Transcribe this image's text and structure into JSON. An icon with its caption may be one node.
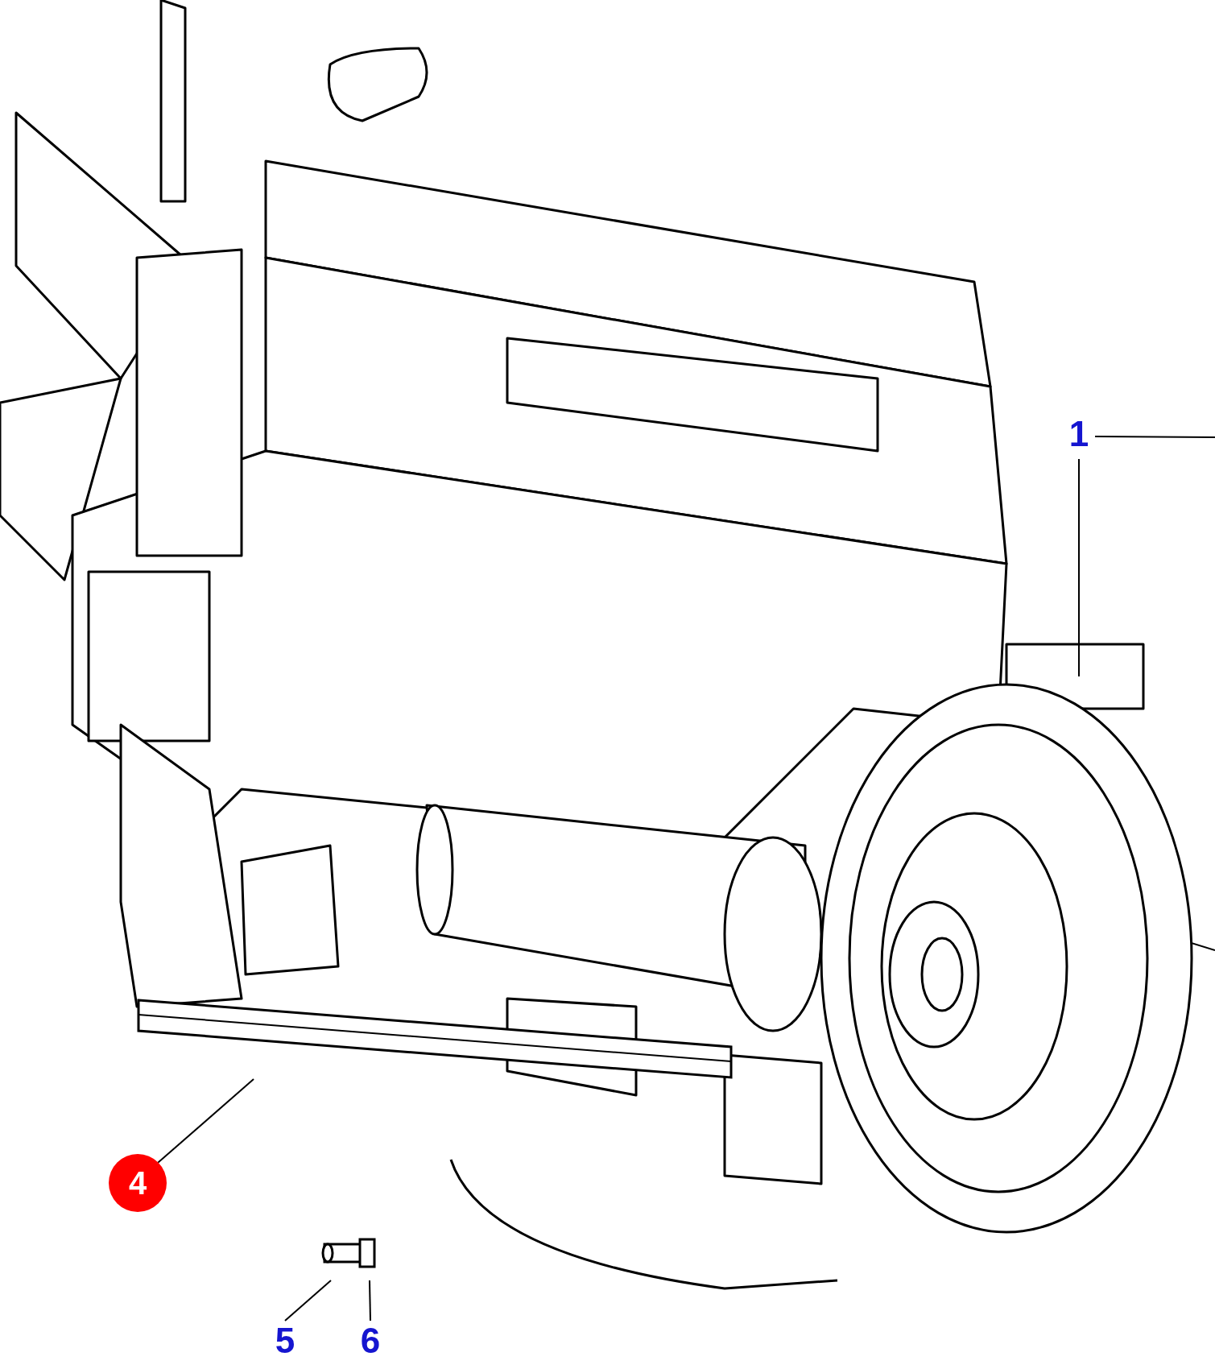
{
  "diagram": {
    "nodes": [
      {
        "text": [
          "1"
        ]
      },
      {
        "text": [],
        "shape": "picture"
      },
      {
        "text": [],
        "shape": "picture"
      },
      {
        "text": [
          "4"
        ]
      },
      {
        "text": [],
        "shape": "picture"
      },
      {
        "text": [
          "5"
        ]
      },
      {
        "text": [
          "6"
        ]
      }
    ],
    "edges": [
      {
        "from": 0,
        "to": 1,
        "arrow": "none"
      },
      {
        "from": 0,
        "to": null,
        "arrow": "none"
      },
      {
        "from": 3,
        "to": 2,
        "arrow": "none"
      },
      {
        "from": 5,
        "to": 4,
        "arrow": "none"
      },
      {
        "from": 6,
        "to": 4,
        "arrow": "none"
      }
    ]
  }
}
